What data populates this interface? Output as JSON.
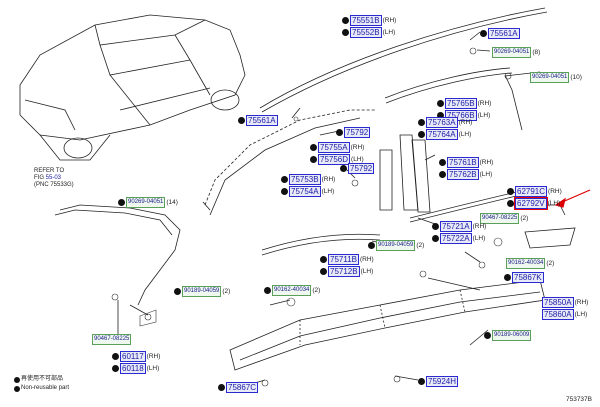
{
  "parts": {
    "p75551": {
      "num": "75551B",
      "sfx": "(RH)"
    },
    "p75552": {
      "num": "75552B",
      "sfx": "(LH)"
    },
    "p75561top": {
      "num": "75561A"
    },
    "p90269a": {
      "num": "90269-04051",
      "sfx": "(8)"
    },
    "p90269b": {
      "num": "90269-04051",
      "sfx": "(10)"
    },
    "p75561left": {
      "num": "75561A"
    },
    "p75765": {
      "num": "75765B",
      "sfx": "(RH)"
    },
    "p75766": {
      "num": "75766B",
      "sfx": "(LH)"
    },
    "p75763": {
      "num": "75763A",
      "sfx": "(RH)"
    },
    "p75764": {
      "num": "75764A",
      "sfx": "(LH)"
    },
    "p75792a": {
      "num": "75792"
    },
    "p75755": {
      "num": "75755A",
      "sfx": "(RH)"
    },
    "p75756": {
      "num": "75756D",
      "sfx": "(LH)"
    },
    "p75792b": {
      "num": "75792"
    },
    "p75753": {
      "num": "75753B",
      "sfx": "(RH)"
    },
    "p75754": {
      "num": "75754A",
      "sfx": "(LH)"
    },
    "p75761": {
      "num": "75761B",
      "sfx": "(RH)"
    },
    "p75762": {
      "num": "75762B",
      "sfx": "(LH)"
    },
    "p62791": {
      "num": "62791C",
      "sfx": "(RH)"
    },
    "p62792": {
      "num": "62792V",
      "sfx": "(LH)"
    },
    "p90269c": {
      "num": "90269-04051",
      "sfx": "(14)"
    },
    "p90467a": {
      "num": "90467-08225",
      "sfx": "(2)"
    },
    "p75721": {
      "num": "75721A",
      "sfx": "(RH)"
    },
    "p75722": {
      "num": "75722A",
      "sfx": "(LH)"
    },
    "p90189a": {
      "num": "90189-04059",
      "sfx": "(2)"
    },
    "p75711": {
      "num": "75711B",
      "sfx": "(RH)"
    },
    "p75712": {
      "num": "75712B",
      "sfx": "(LH)"
    },
    "p90162a": {
      "num": "90162-40034",
      "sfx": "(2)"
    },
    "p75867K": {
      "num": "75867K"
    },
    "p90189b": {
      "num": "90189-04059",
      "sfx": "(2)"
    },
    "p90162b": {
      "num": "90162-40034",
      "sfx": "(2)"
    },
    "p75850": {
      "num": "75850A",
      "sfx": "(RH)"
    },
    "p75860": {
      "num": "75860A",
      "sfx": "(LH)"
    },
    "p90467b": {
      "num": "90467-08225"
    },
    "p90189c": {
      "num": "90189-06009"
    },
    "p60117": {
      "num": "60117",
      "sfx": "(RH)"
    },
    "p60118": {
      "num": "60118",
      "sfx": "(LH)"
    },
    "p75867C": {
      "num": "75867C"
    },
    "p75924": {
      "num": "75924H"
    }
  },
  "ref": {
    "line1": "REFER TO",
    "line2": "FIG",
    "fig": "55-03",
    "line3": "(PNC 75533G)"
  },
  "legend": {
    "item1": "再使用不可部品",
    "item2": "Non-reusable part"
  },
  "diagram_code": "753737B"
}
